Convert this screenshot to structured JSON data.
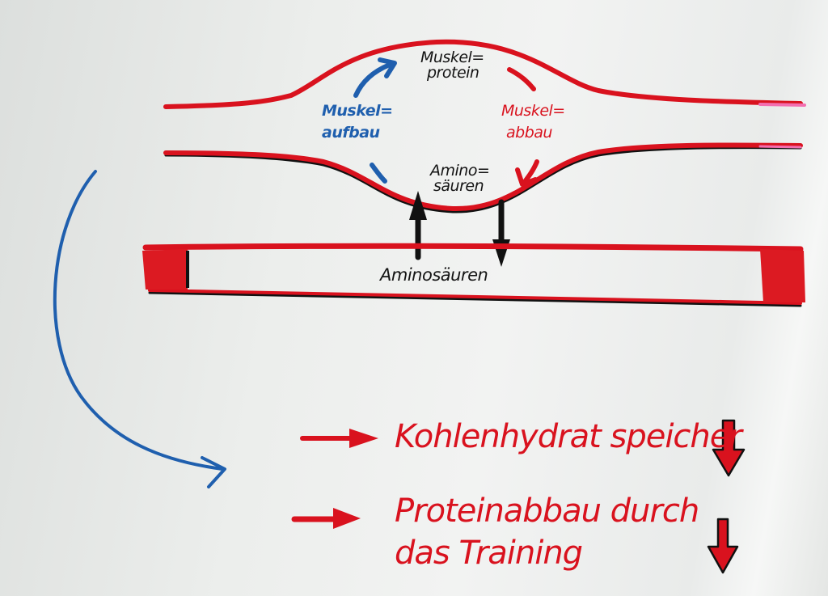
{
  "diagram": {
    "muscle_fiber": {
      "center_label": {
        "line1": "Muskel=",
        "line2": "protein"
      },
      "build_label": {
        "line1": "Muskel=",
        "line2": "aufbau"
      },
      "break_label": {
        "line1": "Muskel=",
        "line2": "abbau"
      },
      "amino_label": {
        "line1": "Amino=",
        "line2": "säuren"
      }
    },
    "blood_vessel": {
      "label": "Aminosäuren"
    },
    "conclusions": [
      {
        "text_line1": "Kohlenhydrat speicher",
        "text_line2": "",
        "trend": "down"
      },
      {
        "text_line1": "Proteinabbau durch",
        "text_line2": "das Training",
        "trend": "down"
      }
    ],
    "colors": {
      "red_marker": "#d9121e",
      "blue_marker": "#1f5fae",
      "black_marker": "#141414",
      "board": "#eceeec"
    }
  }
}
